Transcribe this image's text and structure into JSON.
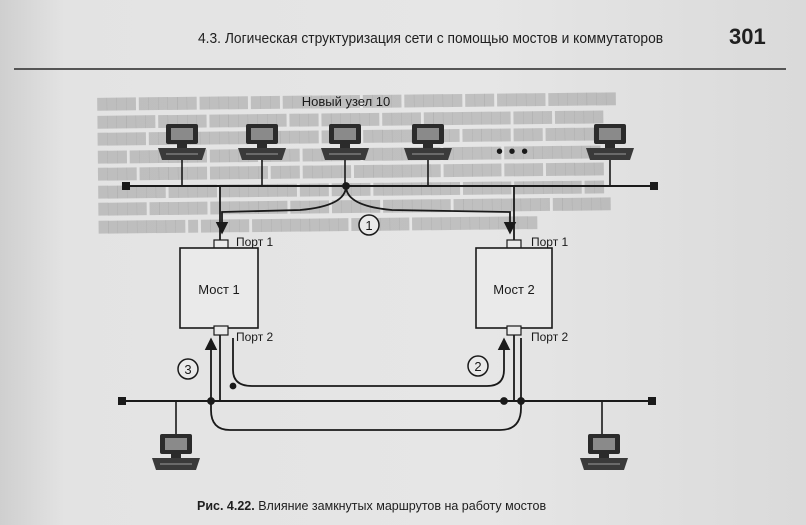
{
  "header": {
    "title": "4.3. Логическая структуризация сети с помощью мостов и коммутаторов",
    "page_number": "301"
  },
  "figure": {
    "new_node_label": "Новый узел 10",
    "bridge1": {
      "label": "Мост 1",
      "port1": "Порт 1",
      "port2": "Порт 2"
    },
    "bridge2": {
      "label": "Мост 2",
      "port1": "Порт 1",
      "port2": "Порт 2"
    },
    "markers": [
      "1",
      "2",
      "3"
    ],
    "ellipsis": "• • •"
  },
  "caption": {
    "number": "Рис. 4.22.",
    "text": "Влияние замкнутых маршрутов на работу мостов"
  }
}
